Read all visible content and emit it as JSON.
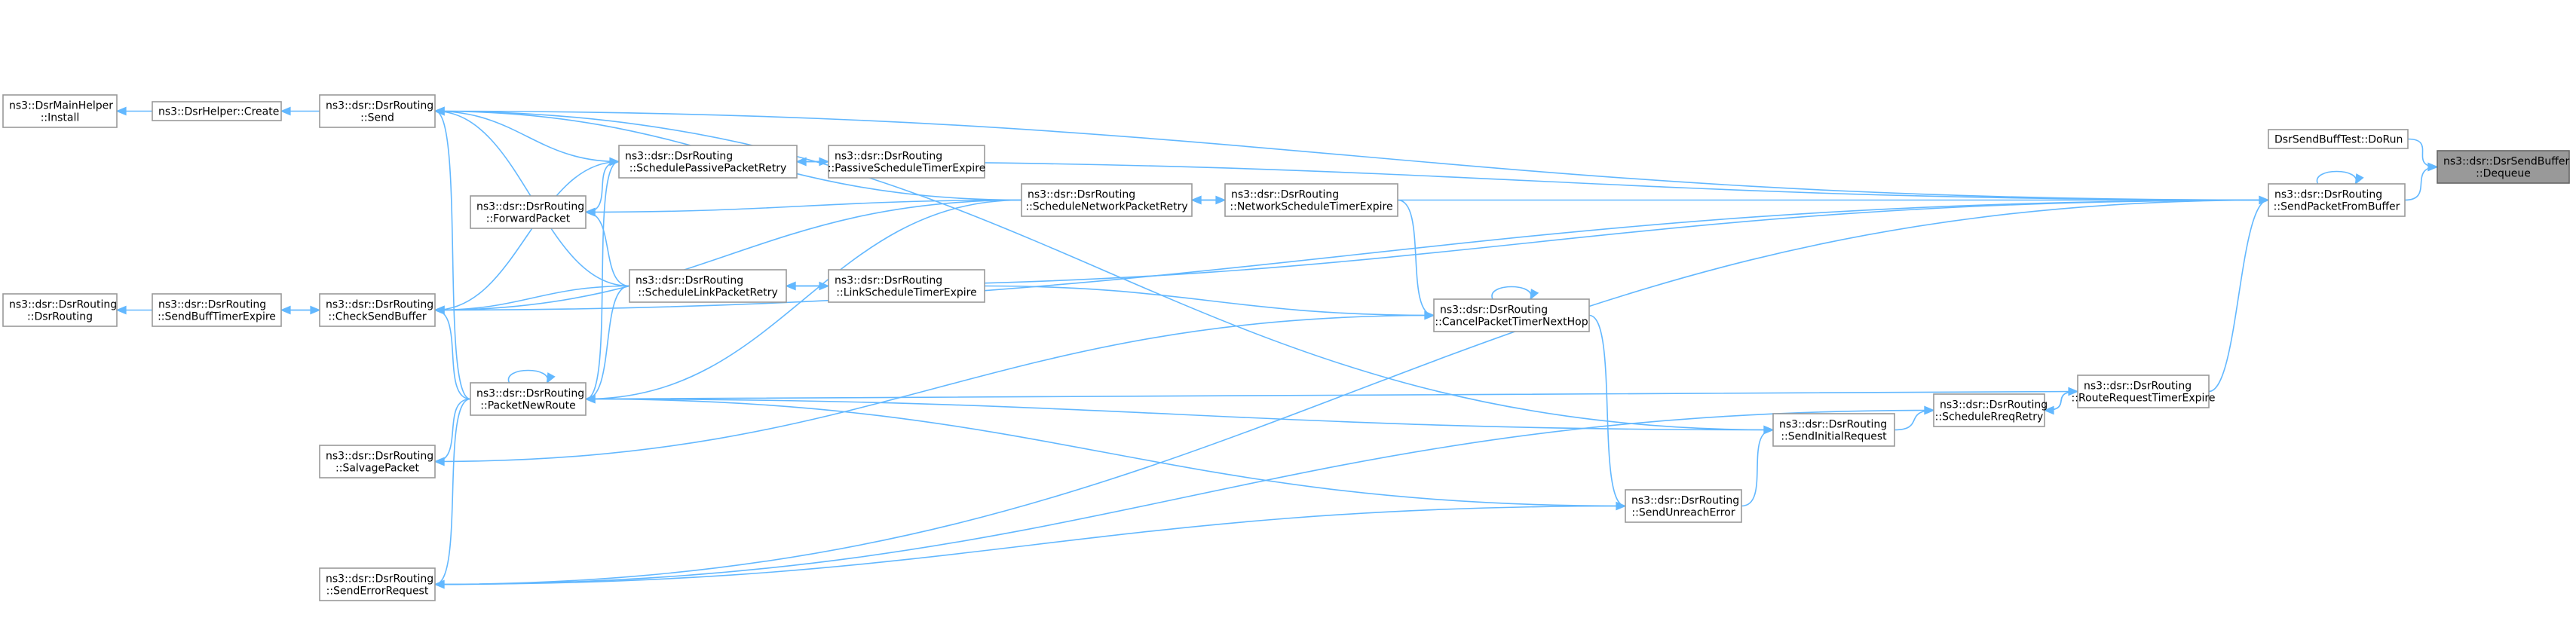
{
  "nodes": [
    {
      "id": "dequeue",
      "lines": [
        "ns3::dsr::DsrSendBuffer",
        "::Dequeue"
      ],
      "root": true
    },
    {
      "id": "dorun",
      "lines": [
        "DsrSendBuffTest::DoRun"
      ]
    },
    {
      "id": "spfb",
      "lines": [
        "ns3::dsr::DsrRouting",
        "::SendPacketFromBuffer"
      ]
    },
    {
      "id": "rrte",
      "lines": [
        "ns3::dsr::DsrRouting",
        "::RouteRequestTimerExpire"
      ]
    },
    {
      "id": "srr",
      "lines": [
        "ns3::dsr::DsrRouting",
        "::ScheduleRreqRetry"
      ]
    },
    {
      "id": "sir",
      "lines": [
        "ns3::dsr::DsrRouting",
        "::SendInitialRequest"
      ]
    },
    {
      "id": "sue",
      "lines": [
        "ns3::dsr::DsrRouting",
        "::SendUnreachError"
      ]
    },
    {
      "id": "cptnh",
      "lines": [
        "ns3::dsr::DsrRouting",
        "::CancelPacketTimerNextHop"
      ]
    },
    {
      "id": "nste",
      "lines": [
        "ns3::dsr::DsrRouting",
        "::NetworkScheduleTimerExpire"
      ]
    },
    {
      "id": "snpr",
      "lines": [
        "ns3::dsr::DsrRouting",
        "::ScheduleNetworkPacketRetry"
      ]
    },
    {
      "id": "pste",
      "lines": [
        "ns3::dsr::DsrRouting",
        "::PassiveScheduleTimerExpire"
      ]
    },
    {
      "id": "lste",
      "lines": [
        "ns3::dsr::DsrRouting",
        "::LinkScheduleTimerExpire"
      ]
    },
    {
      "id": "sppr",
      "lines": [
        "ns3::dsr::DsrRouting",
        "::SchedulePassivePacketRetry"
      ]
    },
    {
      "id": "slpr",
      "lines": [
        "ns3::dsr::DsrRouting",
        "::ScheduleLinkPacketRetry"
      ]
    },
    {
      "id": "fp",
      "lines": [
        "ns3::dsr::DsrRouting",
        "::ForwardPacket"
      ]
    },
    {
      "id": "pnr",
      "lines": [
        "ns3::dsr::DsrRouting",
        "::PacketNewRoute"
      ]
    },
    {
      "id": "sp",
      "lines": [
        "ns3::dsr::DsrRouting",
        "::SalvagePacket"
      ]
    },
    {
      "id": "ser",
      "lines": [
        "ns3::dsr::DsrRouting",
        "::SendErrorRequest"
      ]
    },
    {
      "id": "send",
      "lines": [
        "ns3::dsr::DsrRouting",
        "::Send"
      ]
    },
    {
      "id": "csb",
      "lines": [
        "ns3::dsr::DsrRouting",
        "::CheckSendBuffer"
      ]
    },
    {
      "id": "sbte",
      "lines": [
        "ns3::dsr::DsrRouting",
        "::SendBuffTimerExpire"
      ]
    },
    {
      "id": "dsrrouting",
      "lines": [
        "ns3::dsr::DsrRouting",
        "::DsrRouting"
      ]
    },
    {
      "id": "create",
      "lines": [
        "ns3::DsrHelper::Create"
      ]
    },
    {
      "id": "install",
      "lines": [
        "ns3::DsrMainHelper",
        "::Install"
      ]
    }
  ],
  "edges": [
    [
      "dorun",
      "dequeue"
    ],
    [
      "spfb",
      "dequeue"
    ],
    [
      "spfb",
      "spfb"
    ],
    [
      "rrte",
      "spfb"
    ],
    [
      "ser",
      "spfb"
    ],
    [
      "spfb",
      "send"
    ],
    [
      "spfb",
      "sppr"
    ],
    [
      "spfb",
      "snpr"
    ],
    [
      "spfb",
      "slpr"
    ],
    [
      "spfb",
      "csb"
    ],
    [
      "srr",
      "rrte"
    ],
    [
      "rrte",
      "srr"
    ],
    [
      "rrte",
      "pnr"
    ],
    [
      "sir",
      "srr"
    ],
    [
      "ser",
      "srr"
    ],
    [
      "sue",
      "sir"
    ],
    [
      "pnr",
      "sir"
    ],
    [
      "sir",
      "send"
    ],
    [
      "cptnh",
      "sue"
    ],
    [
      "sue",
      "pnr"
    ],
    [
      "sue",
      "ser"
    ],
    [
      "cptnh",
      "cptnh"
    ],
    [
      "nste",
      "cptnh"
    ],
    [
      "lste",
      "cptnh"
    ],
    [
      "cptnh",
      "sp"
    ],
    [
      "nste",
      "snpr"
    ],
    [
      "snpr",
      "nste"
    ],
    [
      "snpr",
      "send"
    ],
    [
      "snpr",
      "fp"
    ],
    [
      "snpr",
      "csb"
    ],
    [
      "snpr",
      "pnr"
    ],
    [
      "pste",
      "sppr"
    ],
    [
      "sppr",
      "pste"
    ],
    [
      "lste",
      "slpr"
    ],
    [
      "slpr",
      "lste"
    ],
    [
      "sppr",
      "send"
    ],
    [
      "sppr",
      "fp"
    ],
    [
      "sppr",
      "csb"
    ],
    [
      "pnr",
      "sppr"
    ],
    [
      "slpr",
      "send"
    ],
    [
      "slpr",
      "fp"
    ],
    [
      "slpr",
      "csb"
    ],
    [
      "slpr",
      "pnr"
    ],
    [
      "pnr",
      "pnr"
    ],
    [
      "pnr",
      "send"
    ],
    [
      "pnr",
      "csb"
    ],
    [
      "pnr",
      "sp"
    ],
    [
      "pnr",
      "ser"
    ],
    [
      "send",
      "create"
    ],
    [
      "create",
      "install"
    ],
    [
      "csb",
      "sbte"
    ],
    [
      "sbte",
      "csb"
    ],
    [
      "sbte",
      "dsrrouting"
    ]
  ]
}
